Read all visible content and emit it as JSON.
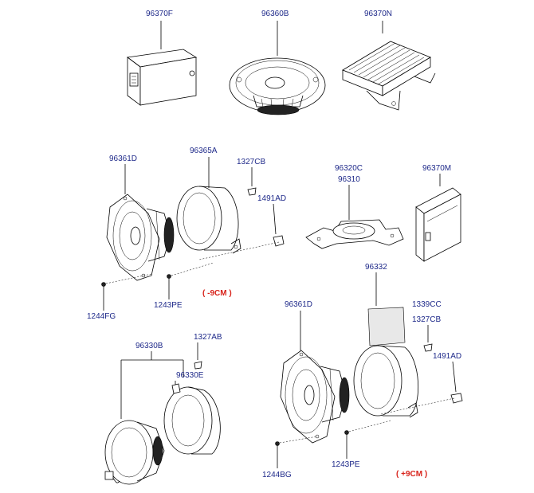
{
  "labels": {
    "p96370F": "96370F",
    "p96360B": "96360B",
    "p96370N": "96370N",
    "p96361D_top": "96361D",
    "p96365A": "96365A",
    "p1327CB_top": "1327CB",
    "p1491AD_top": "1491AD",
    "p96320C": "96320C",
    "p96310": "96310",
    "p96370M": "96370M",
    "p1244FG": "1244FG",
    "p1243PE_top": "1243PE",
    "p96330B": "96330B",
    "p1327AB": "1327AB",
    "p96330E": "96330E",
    "p96332": "96332",
    "p96361D_bot": "96361D",
    "p1339CC": "1339CC",
    "p1327CB_bot": "1327CB",
    "p1491AD_bot": "1491AD",
    "p1244BG": "1244BG",
    "p1243PE_bot": "1243PE"
  },
  "notes": {
    "minus9": "( -9CM )",
    "plus9": "( +9CM )"
  },
  "colors": {
    "part_number": "#1f2a8a",
    "note": "#d8231b"
  }
}
